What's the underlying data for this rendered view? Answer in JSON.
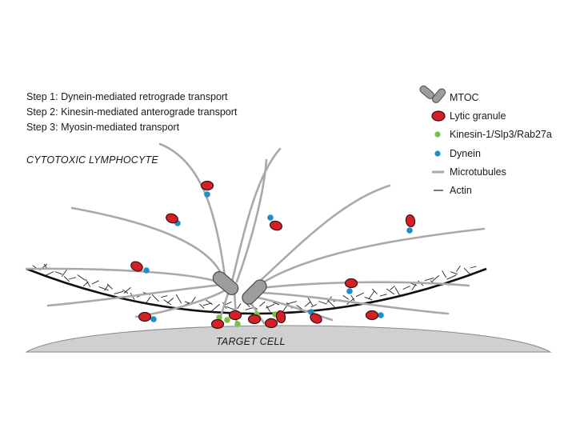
{
  "steps": [
    "Step 1: Dynein-mediated retrograde transport",
    "Step 2: Kinesin-mediated anterograde transport",
    "Step 3: Myosin-mediated transport"
  ],
  "cell_label": "CYTOTOXIC LYMPHOCYTE",
  "target_label": "TARGET CELL",
  "legend": [
    {
      "label": "MTOC",
      "icon": "mtoc-icon"
    },
    {
      "label": "Lytic granule",
      "icon": "lytic-granule-icon"
    },
    {
      "label": "Kinesin-1/Slp3/Rab27a",
      "icon": "kinesin-icon"
    },
    {
      "label": "Dynein",
      "icon": "dynein-icon"
    },
    {
      "label": "Microtubules",
      "icon": "microtubule-icon"
    },
    {
      "label": "Actin",
      "icon": "actin-icon"
    }
  ],
  "colors": {
    "granule_fill": "#d42027",
    "granule_stroke": "#3a1010",
    "kinesin": "#7ac143",
    "dynein": "#1b8fc9",
    "microtubule": "#a9a9a9",
    "mtoc_fill": "#9d9d9d",
    "actin": "#222222",
    "membrane": "#111111",
    "target_fill": "#d0d0d0"
  }
}
